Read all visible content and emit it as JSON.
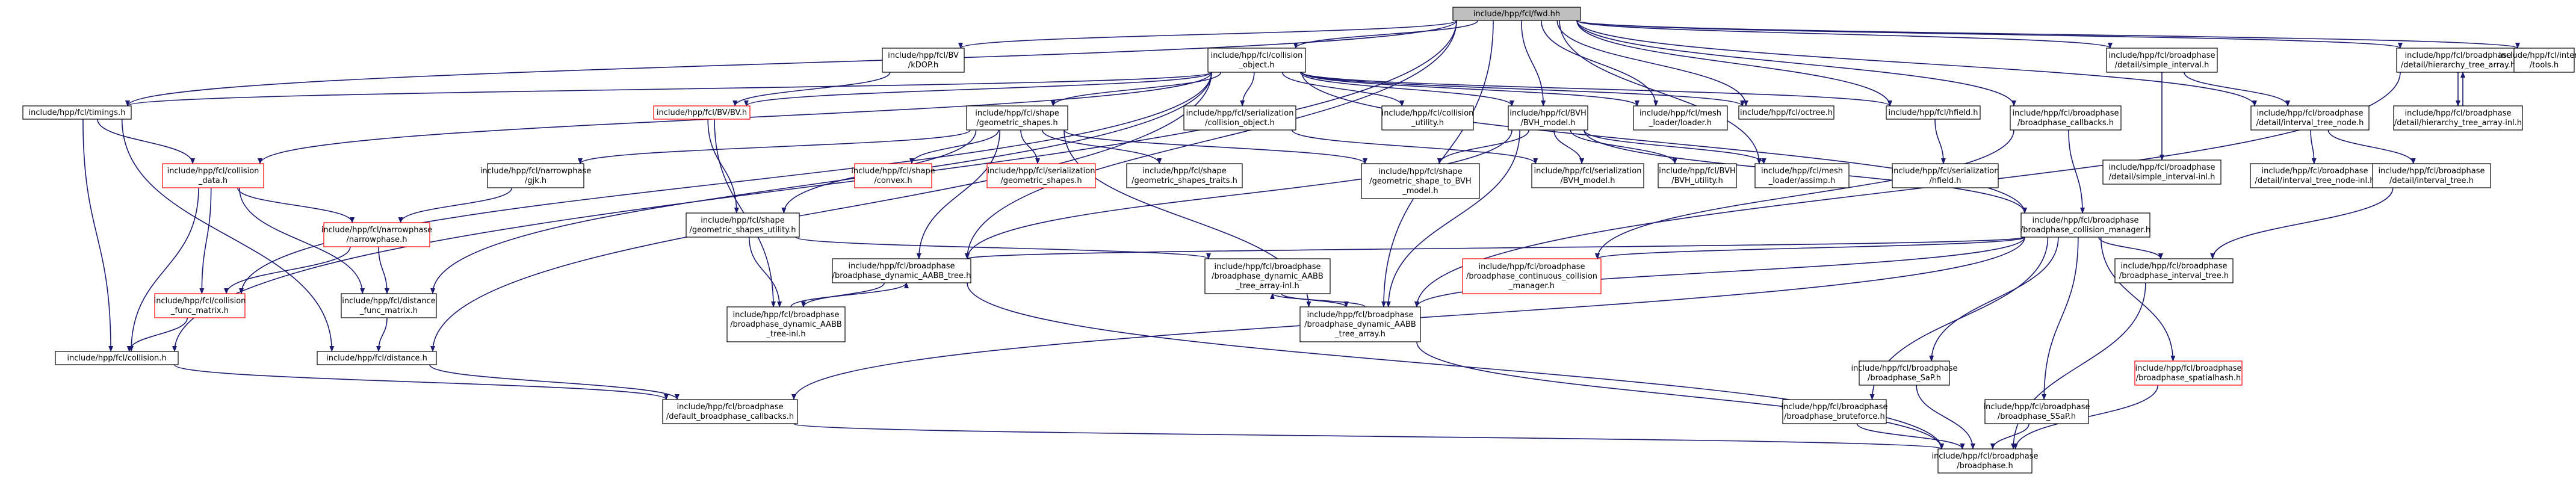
{
  "nodes": [
    {
      "id": "fwd",
      "lines": [
        "include/hpp/fcl/fwd.hh"
      ],
      "style": "root"
    },
    {
      "id": "kdop",
      "lines": [
        "include/hpp/fcl/BV",
        "/kDOP.h"
      ],
      "style": "normal"
    },
    {
      "id": "colobj",
      "lines": [
        "include/hpp/fcl/collision",
        "_object.h"
      ],
      "style": "normal"
    },
    {
      "id": "simpleint",
      "lines": [
        "include/hpp/fcl/broadphase",
        "/detail/simple_interval.h"
      ],
      "style": "normal"
    },
    {
      "id": "hierarr",
      "lines": [
        "include/hpp/fcl/broadphase",
        "/detail/hierarchy_tree_array.h"
      ],
      "style": "normal"
    },
    {
      "id": "tools",
      "lines": [
        "include/hpp/fcl/internal",
        "/tools.h"
      ],
      "style": "normal"
    },
    {
      "id": "timings",
      "lines": [
        "include/hpp/fcl/timings.h"
      ],
      "style": "normal"
    },
    {
      "id": "bvh",
      "lines": [
        "include/hpp/fcl/BV/BV.h"
      ],
      "style": "red"
    },
    {
      "id": "geoshapes",
      "lines": [
        "include/hpp/fcl/shape",
        "/geometric_shapes.h"
      ],
      "style": "normal"
    },
    {
      "id": "sercolobj",
      "lines": [
        "include/hpp/fcl/serialization",
        "/collision_object.h"
      ],
      "style": "normal"
    },
    {
      "id": "colutil",
      "lines": [
        "include/hpp/fcl/collision",
        "_utility.h"
      ],
      "style": "normal"
    },
    {
      "id": "bvhmodel",
      "lines": [
        "include/hpp/fcl/BVH",
        "/BVH_model.h"
      ],
      "style": "normal"
    },
    {
      "id": "meshloader",
      "lines": [
        "include/hpp/fcl/mesh",
        "_loader/loader.h"
      ],
      "style": "normal"
    },
    {
      "id": "octree",
      "lines": [
        "include/hpp/fcl/octree.h"
      ],
      "style": "normal"
    },
    {
      "id": "hfield",
      "lines": [
        "include/hpp/fcl/hfield.h"
      ],
      "style": "normal"
    },
    {
      "id": "bpcallbacks",
      "lines": [
        "include/hpp/fcl/broadphase",
        "/broadphase_callbacks.h"
      ],
      "style": "normal"
    },
    {
      "id": "simpleintinl",
      "lines": [
        "include/hpp/fcl/broadphase",
        "/detail/simple_interval-inl.h"
      ],
      "style": "normal"
    },
    {
      "id": "inttreenode",
      "lines": [
        "include/hpp/fcl/broadphase",
        "/detail/interval_tree_node.h"
      ],
      "style": "normal"
    },
    {
      "id": "hierarrinl",
      "lines": [
        "include/hpp/fcl/broadphase",
        "/detail/hierarchy_tree_array-inl.h"
      ],
      "style": "normal"
    },
    {
      "id": "coldata",
      "lines": [
        "include/hpp/fcl/collision",
        "_data.h"
      ],
      "style": "red"
    },
    {
      "id": "gjk",
      "lines": [
        "include/hpp/fcl/narrowphase",
        "/gjk.h"
      ],
      "style": "normal"
    },
    {
      "id": "convex",
      "lines": [
        "include/hpp/fcl/shape",
        "/convex.h"
      ],
      "style": "red"
    },
    {
      "id": "sergeoshapes",
      "lines": [
        "include/hpp/fcl/serialization",
        "/geometric_shapes.h"
      ],
      "style": "red"
    },
    {
      "id": "geotraits",
      "lines": [
        "include/hpp/fcl/shape",
        "/geometric_shapes_traits.h"
      ],
      "style": "normal"
    },
    {
      "id": "shapetobvh",
      "lines": [
        "include/hpp/fcl/shape",
        "/geometric_shape_to_BVH",
        "_model.h"
      ],
      "style": "normal"
    },
    {
      "id": "serbvhmodel",
      "lines": [
        "include/hpp/fcl/serialization",
        "/BVH_model.h"
      ],
      "style": "normal"
    },
    {
      "id": "bvhutil",
      "lines": [
        "include/hpp/fcl/BVH",
        "/BVH_utility.h"
      ],
      "style": "normal"
    },
    {
      "id": "assimp",
      "lines": [
        "include/hpp/fcl/mesh",
        "_loader/assimp.h"
      ],
      "style": "normal"
    },
    {
      "id": "serhfield",
      "lines": [
        "include/hpp/fcl/serialization",
        "/hfield.h"
      ],
      "style": "normal"
    },
    {
      "id": "inttreenodeinl",
      "lines": [
        "include/hpp/fcl/broadphase",
        "/detail/interval_tree_node-inl.h"
      ],
      "style": "normal"
    },
    {
      "id": "inttree",
      "lines": [
        "include/hpp/fcl/broadphase",
        "/detail/interval_tree.h"
      ],
      "style": "normal"
    },
    {
      "id": "narrowphase",
      "lines": [
        "include/hpp/fcl/narrowphase",
        "/narrowphase.h"
      ],
      "style": "red"
    },
    {
      "id": "geoutil",
      "lines": [
        "include/hpp/fcl/shape",
        "/geometric_shapes_utility.h"
      ],
      "style": "normal"
    },
    {
      "id": "colmgr",
      "lines": [
        "include/hpp/fcl/broadphase",
        "/broadphase_collision_manager.h"
      ],
      "style": "normal"
    },
    {
      "id": "aabbtree",
      "lines": [
        "include/hpp/fcl/broadphase",
        "/broadphase_dynamic_AABB_tree.h"
      ],
      "style": "normal"
    },
    {
      "id": "aabbarrinl",
      "lines": [
        "include/hpp/fcl/broadphase",
        "/broadphase_dynamic_AABB",
        "_tree_array-inl.h"
      ],
      "style": "normal"
    },
    {
      "id": "contcolmgr",
      "lines": [
        "include/hpp/fcl/broadphase",
        "/broadphase_continuous_collision",
        "_manager.h"
      ],
      "style": "red"
    },
    {
      "id": "bpinttree",
      "lines": [
        "include/hpp/fcl/broadphase",
        "/broadphase_interval_tree.h"
      ],
      "style": "normal"
    },
    {
      "id": "colfuncmat",
      "lines": [
        "include/hpp/fcl/collision",
        "_func_matrix.h"
      ],
      "style": "red"
    },
    {
      "id": "distfuncmat",
      "lines": [
        "include/hpp/fcl/distance",
        "_func_matrix.h"
      ],
      "style": "normal"
    },
    {
      "id": "aabbtreeinl",
      "lines": [
        "include/hpp/fcl/broadphase",
        "/broadphase_dynamic_AABB",
        "_tree-inl.h"
      ],
      "style": "normal"
    },
    {
      "id": "aabbarr",
      "lines": [
        "include/hpp/fcl/broadphase",
        "/broadphase_dynamic_AABB",
        "_tree_array.h"
      ],
      "style": "normal"
    },
    {
      "id": "collision",
      "lines": [
        "include/hpp/fcl/collision.h"
      ],
      "style": "normal"
    },
    {
      "id": "distance",
      "lines": [
        "include/hpp/fcl/distance.h"
      ],
      "style": "normal"
    },
    {
      "id": "sap",
      "lines": [
        "include/hpp/fcl/broadphase",
        "/broadphase_SaP.h"
      ],
      "style": "normal"
    },
    {
      "id": "spatialhash",
      "lines": [
        "include/hpp/fcl/broadphase",
        "/broadphase_spatialhash.h"
      ],
      "style": "red"
    },
    {
      "id": "defaultcb",
      "lines": [
        "include/hpp/fcl/broadphase",
        "/default_broadphase_callbacks.h"
      ],
      "style": "normal"
    },
    {
      "id": "bruteforce",
      "lines": [
        "include/hpp/fcl/broadphase",
        "/broadphase_bruteforce.h"
      ],
      "style": "normal"
    },
    {
      "id": "ssap",
      "lines": [
        "include/hpp/fcl/broadphase",
        "/broadphase_SSaP.h"
      ],
      "style": "normal"
    },
    {
      "id": "broadphase",
      "lines": [
        "include/hpp/fcl/broadphase",
        "/broadphase.h"
      ],
      "style": "normal"
    }
  ],
  "edges": [
    [
      "fwd",
      "kdop"
    ],
    [
      "fwd",
      "colobj"
    ],
    [
      "fwd",
      "simpleint"
    ],
    [
      "fwd",
      "hierarr"
    ],
    [
      "fwd",
      "tools"
    ],
    [
      "fwd",
      "timings"
    ],
    [
      "fwd",
      "bvhmodel"
    ],
    [
      "fwd",
      "meshloader"
    ],
    [
      "fwd",
      "octree"
    ],
    [
      "fwd",
      "hfield"
    ],
    [
      "fwd",
      "bpcallbacks"
    ],
    [
      "fwd",
      "inttreenode"
    ],
    [
      "fwd",
      "assimp"
    ],
    [
      "fwd",
      "aabbtree"
    ],
    [
      "fwd",
      "aabbarr"
    ],
    [
      "fwd",
      "collision"
    ],
    [
      "kdop",
      "bvh"
    ],
    [
      "colobj",
      "timings"
    ],
    [
      "colobj",
      "bvh"
    ],
    [
      "colobj",
      "geoshapes"
    ],
    [
      "colobj",
      "sercolobj"
    ],
    [
      "colobj",
      "colutil"
    ],
    [
      "colobj",
      "bvhmodel"
    ],
    [
      "colobj",
      "meshloader"
    ],
    [
      "colobj",
      "octree"
    ],
    [
      "colobj",
      "hfield"
    ],
    [
      "colobj",
      "coldata"
    ],
    [
      "colobj",
      "colmgr"
    ],
    [
      "colobj",
      "distance"
    ],
    [
      "colobj",
      "distfuncmat"
    ],
    [
      "colobj",
      "colfuncmat"
    ],
    [
      "simpleint",
      "simpleintinl"
    ],
    [
      "simpleint",
      "inttreenode"
    ],
    [
      "hierarr",
      "hierarrinl"
    ],
    [
      "hierarr",
      "aabbarr"
    ],
    [
      "hierarrinl",
      "hierarr"
    ],
    [
      "timings",
      "coldata"
    ],
    [
      "timings",
      "collision"
    ],
    [
      "timings",
      "distance"
    ],
    [
      "bvh",
      "geoutil"
    ],
    [
      "bvh",
      "aabbtreeinl"
    ],
    [
      "geoshapes",
      "gjk"
    ],
    [
      "geoshapes",
      "convex"
    ],
    [
      "geoshapes",
      "sergeoshapes"
    ],
    [
      "geoshapes",
      "geotraits"
    ],
    [
      "geoshapes",
      "shapetobvh"
    ],
    [
      "geoshapes",
      "geoutil"
    ],
    [
      "geoshapes",
      "aabbtree"
    ],
    [
      "geoshapes",
      "aabbarr"
    ],
    [
      "sercolobj",
      "serbvhmodel"
    ],
    [
      "bvhmodel",
      "shapetobvh"
    ],
    [
      "bvhmodel",
      "serbvhmodel"
    ],
    [
      "bvhmodel",
      "bvhutil"
    ],
    [
      "bvhmodel",
      "assimp"
    ],
    [
      "bvhmodel",
      "aabbtree"
    ],
    [
      "bvhmodel",
      "aabbarr"
    ],
    [
      "bvhmodel",
      "colmgr"
    ],
    [
      "hfield",
      "serhfield"
    ],
    [
      "bpcallbacks",
      "colmgr"
    ],
    [
      "bpcallbacks",
      "contcolmgr"
    ],
    [
      "inttreenode",
      "inttreenodeinl"
    ],
    [
      "inttreenode",
      "inttree"
    ],
    [
      "inttree",
      "bpinttree"
    ],
    [
      "coldata",
      "narrowphase"
    ],
    [
      "coldata",
      "colfuncmat"
    ],
    [
      "coldata",
      "distfuncmat"
    ],
    [
      "coldata",
      "collision"
    ],
    [
      "gjk",
      "narrowphase"
    ],
    [
      "narrowphase",
      "colfuncmat"
    ],
    [
      "narrowphase",
      "distfuncmat"
    ],
    [
      "geoutil",
      "aabbtreeinl"
    ],
    [
      "geoutil",
      "aabbarrinl"
    ],
    [
      "colmgr",
      "aabbtree"
    ],
    [
      "colmgr",
      "aabbarr"
    ],
    [
      "colmgr",
      "contcolmgr"
    ],
    [
      "colmgr",
      "bpinttree"
    ],
    [
      "colmgr",
      "sap"
    ],
    [
      "colmgr",
      "spatialhash"
    ],
    [
      "colmgr",
      "bruteforce"
    ],
    [
      "colmgr",
      "ssap"
    ],
    [
      "colmgr",
      "defaultcb"
    ],
    [
      "aabbtree",
      "aabbtreeinl"
    ],
    [
      "aabbtree",
      "broadphase"
    ],
    [
      "aabbtreeinl",
      "aabbtree"
    ],
    [
      "aabbarrinl",
      "aabbarr"
    ],
    [
      "aabbarr",
      "aabbarrinl"
    ],
    [
      "aabbarr",
      "broadphase"
    ],
    [
      "bpinttree",
      "broadphase"
    ],
    [
      "colfuncmat",
      "collision"
    ],
    [
      "distfuncmat",
      "distance"
    ],
    [
      "collision",
      "defaultcb"
    ],
    [
      "distance",
      "defaultcb"
    ],
    [
      "sap",
      "broadphase"
    ],
    [
      "spatialhash",
      "broadphase"
    ],
    [
      "bruteforce",
      "broadphase"
    ],
    [
      "ssap",
      "broadphase"
    ],
    [
      "defaultcb",
      "broadphase"
    ]
  ]
}
